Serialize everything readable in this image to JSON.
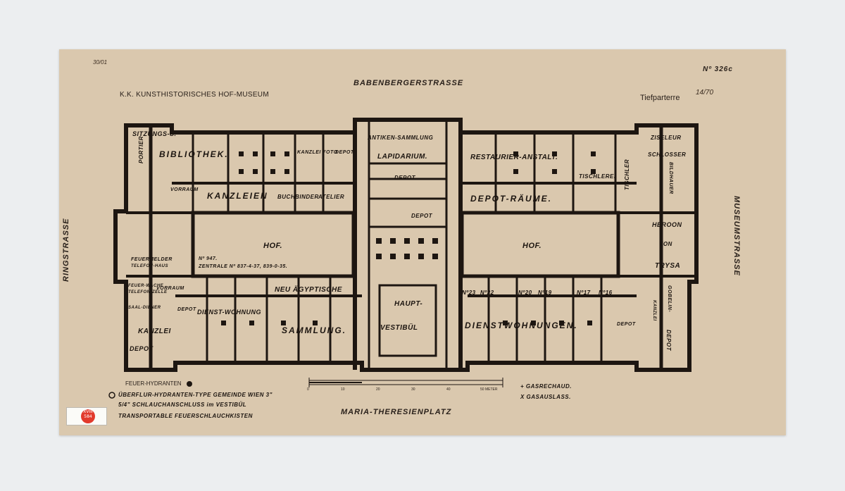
{
  "museum_name": "K.K. KUNSTHISTORISCHES HOF-MUSEUM",
  "sheet_number": "Nº 326c",
  "floor_name": "Tiefparterre",
  "floor_annotation": "14/70",
  "corner_note": "30/01",
  "streets": {
    "north": "BABENBERGERSTRASSE",
    "south": "MARIA-THERESIENPLATZ",
    "west": "RINGSTRASSE",
    "east": "MUSEUMSTRASSE"
  },
  "rooms": {
    "sitzungs": "SITZUNGS-S.",
    "bibliothek": "BIBLIOTHEK.",
    "kanzleien": "KANZLEIEN",
    "buchbinder": "BUCHBINDER",
    "atelier": "ATELIER",
    "kanzlei_foto": "KANZLEI FOTO",
    "depot_lib": "DEPOT",
    "portier": "PORTIER",
    "vorraum_n": "VORRAUM",
    "antiken": "ANTIKEN-SAMMLUNG",
    "lapidarium": "LAPIDARIUM.",
    "depot_lap": "DEPOT",
    "depot_c": "DEPOT",
    "restaurier": "RESTAURIER-ANSTALT.",
    "tischlerei": "TISCHLEREI",
    "tischler": "TISCHLER",
    "depot_raume": "DEPOT-RÄUME.",
    "ziseleur": "ZISELEUR",
    "schlosser": "SCHLOSSER",
    "bildhauer": "BILDHAUER",
    "hof_w": "HOF.",
    "hof_e": "HOF.",
    "heroon": "HEROON",
    "von": "VON",
    "trysa": "TRYSA",
    "feuermelder": "FEUERMELDER",
    "telefon": "TELEFON-HAUS",
    "tel_no": "Nº 947.",
    "zentrale": "ZENTRALE Nº 837-4-37, 839-0-35.",
    "neu_agypt": "NEU ÄGYPTISCHE",
    "sammlung": "SAMMLUNG.",
    "dienst_west": "DIENST-WOHNUNG",
    "vorraum_s": "VORRAUM",
    "depot_s1": "DEPOT",
    "kanzlei_sw": "KANZLEI",
    "depot_sw": "DEPOT",
    "feuer_wache": "FEUER-WACHE",
    "telefon_zelle": "TELEFON-ZELLE",
    "saal": "SAAL-DIENER",
    "haupt": "HAUPT-",
    "vestibul": "VESTIBÜL",
    "dienst_east": "DIENSTWOHNUNGEN.",
    "n23": "Nº23",
    "n22": "Nº22",
    "n20": "Nº20",
    "n19": "Nº19",
    "n17": "Nº17",
    "n16": "Nº16",
    "depot_se": "DEPOT",
    "gobelin": "GOBELIN-",
    "depot_e": "DEPOT",
    "kanzlei_e": "KANZLEI"
  },
  "legend": {
    "hydranten": "FEUER-HYDRANTEN",
    "uberflur": "ÜBERFLUR-HYDRANTEN-TYPE GEMEINDE WIEN 3\"",
    "schlauch": "5/4\" SCHLAUCHANSCHLUSS im VESTIBÜL",
    "transport": "TRANSPORTABLE FEUERSCHLAUCHKISTEN",
    "gasrechaud": "+ GASRECHAUD.",
    "gasauslass": "X GASAUSLASS."
  },
  "scale": {
    "labels": [
      "0",
      "10",
      "20",
      "30",
      "40",
      "50 METER"
    ]
  },
  "sticker": {
    "text": "XVIII 584"
  }
}
